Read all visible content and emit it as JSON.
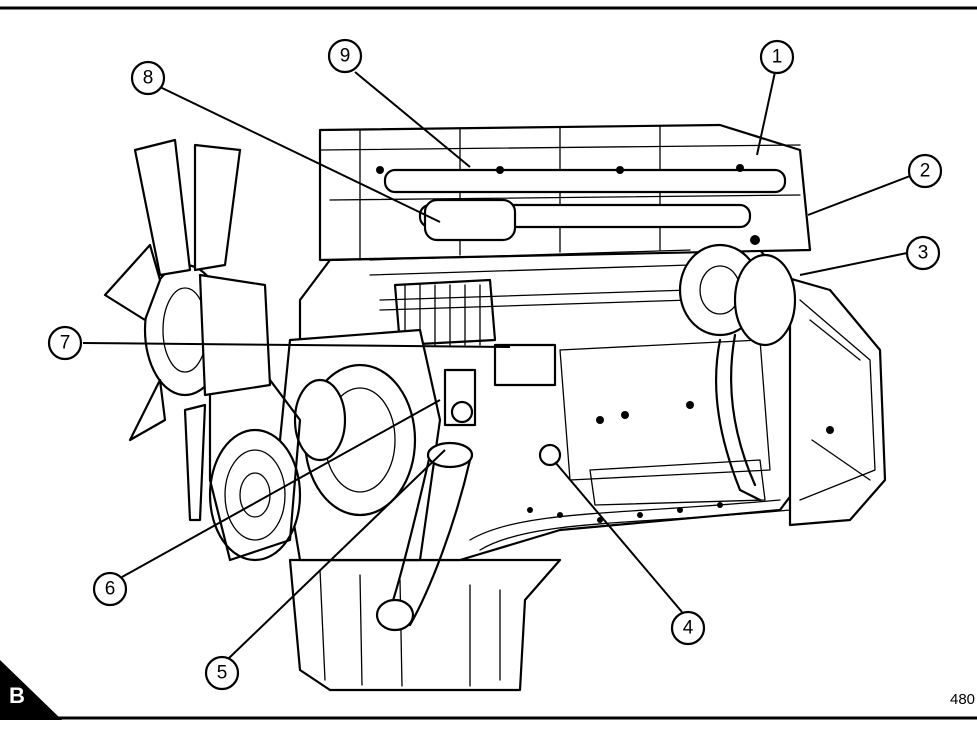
{
  "figure": {
    "view_letter": "B",
    "figure_number": "480",
    "callouts": [
      "1",
      "2",
      "3",
      "4",
      "5",
      "6",
      "7",
      "8",
      "9"
    ]
  },
  "colors": {
    "line": "#000000",
    "background": "#ffffff"
  }
}
